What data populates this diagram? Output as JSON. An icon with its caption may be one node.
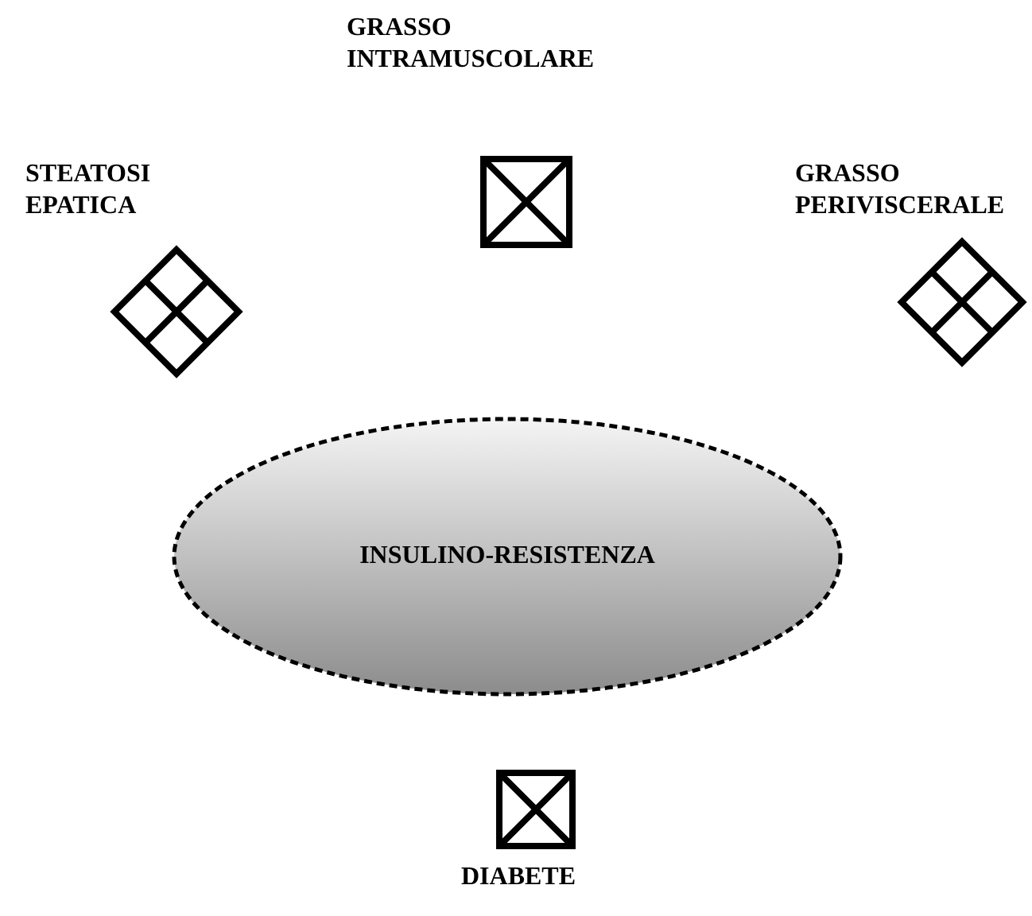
{
  "diagram": {
    "nodes": [
      {
        "text": [
          "GRASSO INTRAMUSCOLARE"
        ]
      },
      {
        "text": [
          "STEATOSI EPATICA"
        ]
      },
      {
        "text": [
          "GRASSO PERIVISCERALE"
        ]
      },
      {
        "text": [
          "INSULINO-RESISTENZA"
        ]
      },
      {
        "text": [
          "DIABETE"
        ]
      }
    ]
  }
}
